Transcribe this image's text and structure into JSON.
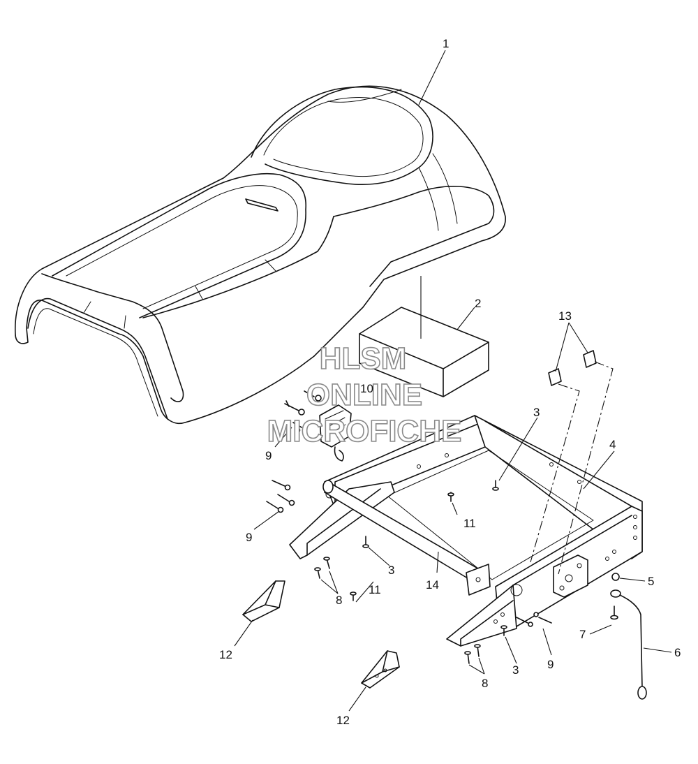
{
  "watermark": {
    "line1": "HLSM",
    "line2": "ONLINE",
    "line3": "MICROFICHE"
  },
  "callouts": {
    "c1": "1",
    "c2": "2",
    "c3a": "3",
    "c3b": "3",
    "c3c": "3",
    "c4": "4",
    "c5": "5",
    "c6": "6",
    "c7": "7",
    "c8a": "8",
    "c8b": "8",
    "c9a": "9",
    "c9b": "9",
    "c9c": "9",
    "c10": "10",
    "c11a": "11",
    "c11b": "11",
    "c12a": "12",
    "c12b": "12",
    "c13": "13",
    "c14": "14"
  },
  "colors": {
    "line": "#111111",
    "background": "#ffffff",
    "watermark_outline": "#8a8a8a"
  }
}
